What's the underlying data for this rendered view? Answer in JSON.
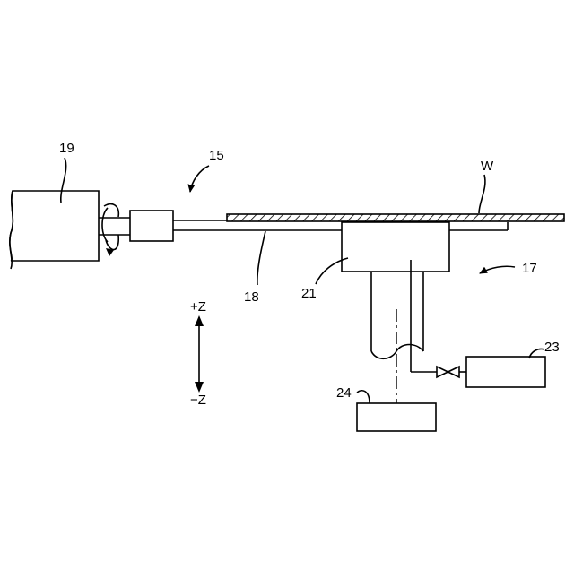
{
  "labels": {
    "motor": "19",
    "spin_chuck": "15",
    "wafer": "W",
    "shaft": "18",
    "nozzle_body": "21",
    "nozzle_unit": "17",
    "gas_supply": "23",
    "drain": "24",
    "z_plus": "+Z",
    "z_minus": "−Z"
  },
  "colors": {
    "line": "#000000",
    "background": "#ffffff"
  }
}
